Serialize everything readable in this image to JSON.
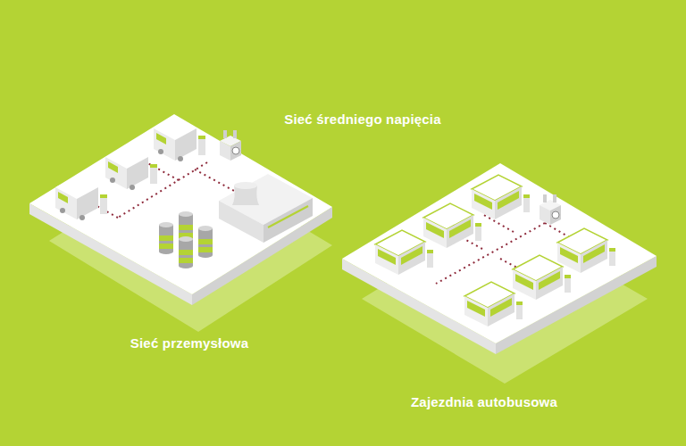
{
  "diagram": {
    "labels": [
      "Sieć średniego napięcia",
      "Sieć przemysłowa",
      "Zajezdnia autobusowa"
    ]
  }
}
